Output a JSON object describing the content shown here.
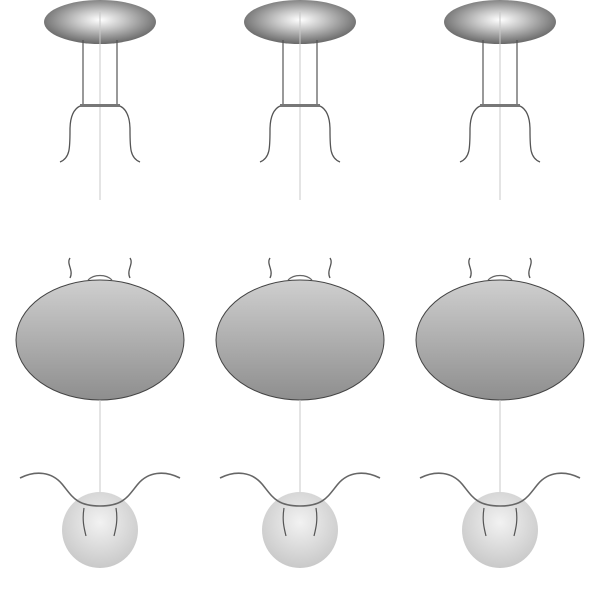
{
  "scene": {
    "background": "#ffffff",
    "description_colors": {
      "stroke_dark": "#3a3a3a",
      "stroke_mid": "#8a8a8a",
      "shade_light": "#e4e4e4",
      "shade_dark": "#8f8f8f"
    },
    "grid": {
      "rows": 3,
      "columns": 3
    },
    "row_views": [
      "side-view",
      "front-view",
      "top-view"
    ]
  }
}
